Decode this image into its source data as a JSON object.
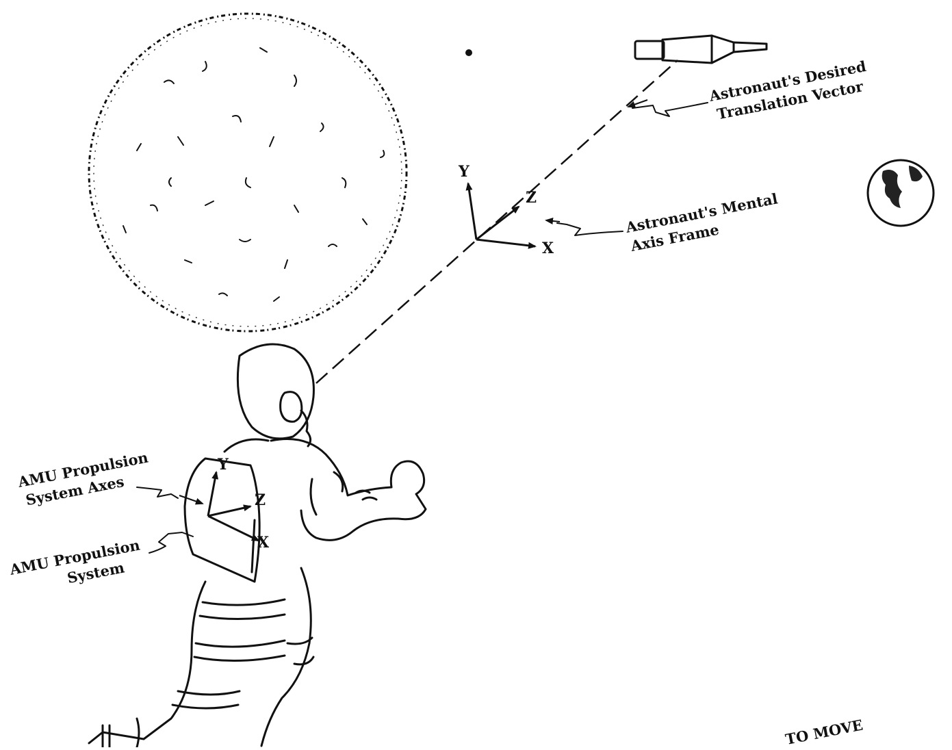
{
  "labels": {
    "desired_vector": [
      "Astronaut's Desired",
      "Translation Vector"
    ],
    "mental_frame": [
      "Astronaut's Mental",
      "Axis Frame"
    ],
    "amu_axes": [
      "AMU Propulsion",
      "System Axes"
    ],
    "amu_system": [
      "AMU Propulsion",
      "System"
    ],
    "caption_fragment": "TO MOVE"
  },
  "mental_axes": {
    "x": "X",
    "y": "Y",
    "z": "Z"
  },
  "amu_axis_letters": {
    "x": "X",
    "y": "Y",
    "z": "Z"
  },
  "colors": {
    "ink": "#111111",
    "paper": "#ffffff"
  },
  "icons": [
    "moon-icon",
    "earth-icon",
    "spacecraft-icon",
    "astronaut-icon"
  ]
}
